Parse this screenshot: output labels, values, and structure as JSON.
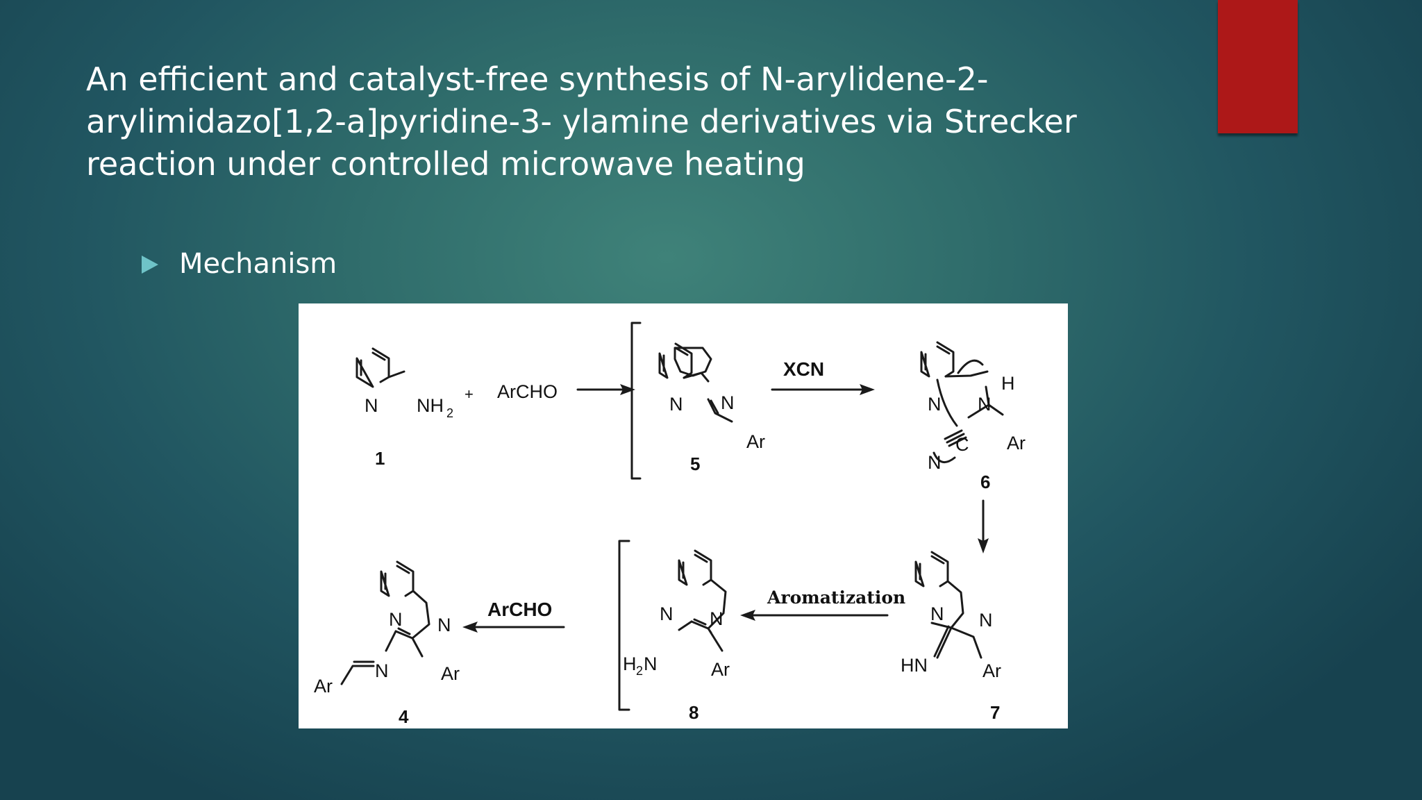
{
  "slide": {
    "title_lines": [
      "An efficient and catalyst-free synthesis of N-arylidene-2-",
      "arylimidazo[1,2-a]pyridine-3- ylamine derivatives via Strecker",
      "reaction under controlled microwave heating"
    ],
    "bullet": "Mechanism"
  },
  "scheme": {
    "atoms": {
      "n": "N",
      "nh2": "NH",
      "two": "2",
      "plus": "+",
      "archo": "ArCHO",
      "ar": "Ar",
      "h": "H",
      "c": "C",
      "hn": "HN",
      "h2n": "H",
      "archo_bold": "ArCHO",
      "xcn": "XCN",
      "aromatization": "Aromatization"
    },
    "compounds": {
      "c1": "1",
      "c5": "5",
      "c6": "6",
      "c7": "7",
      "c8": "8",
      "c4": "4"
    }
  },
  "colors": {
    "accent_red": "#ad1818",
    "bullet": "#6fc3c8"
  }
}
